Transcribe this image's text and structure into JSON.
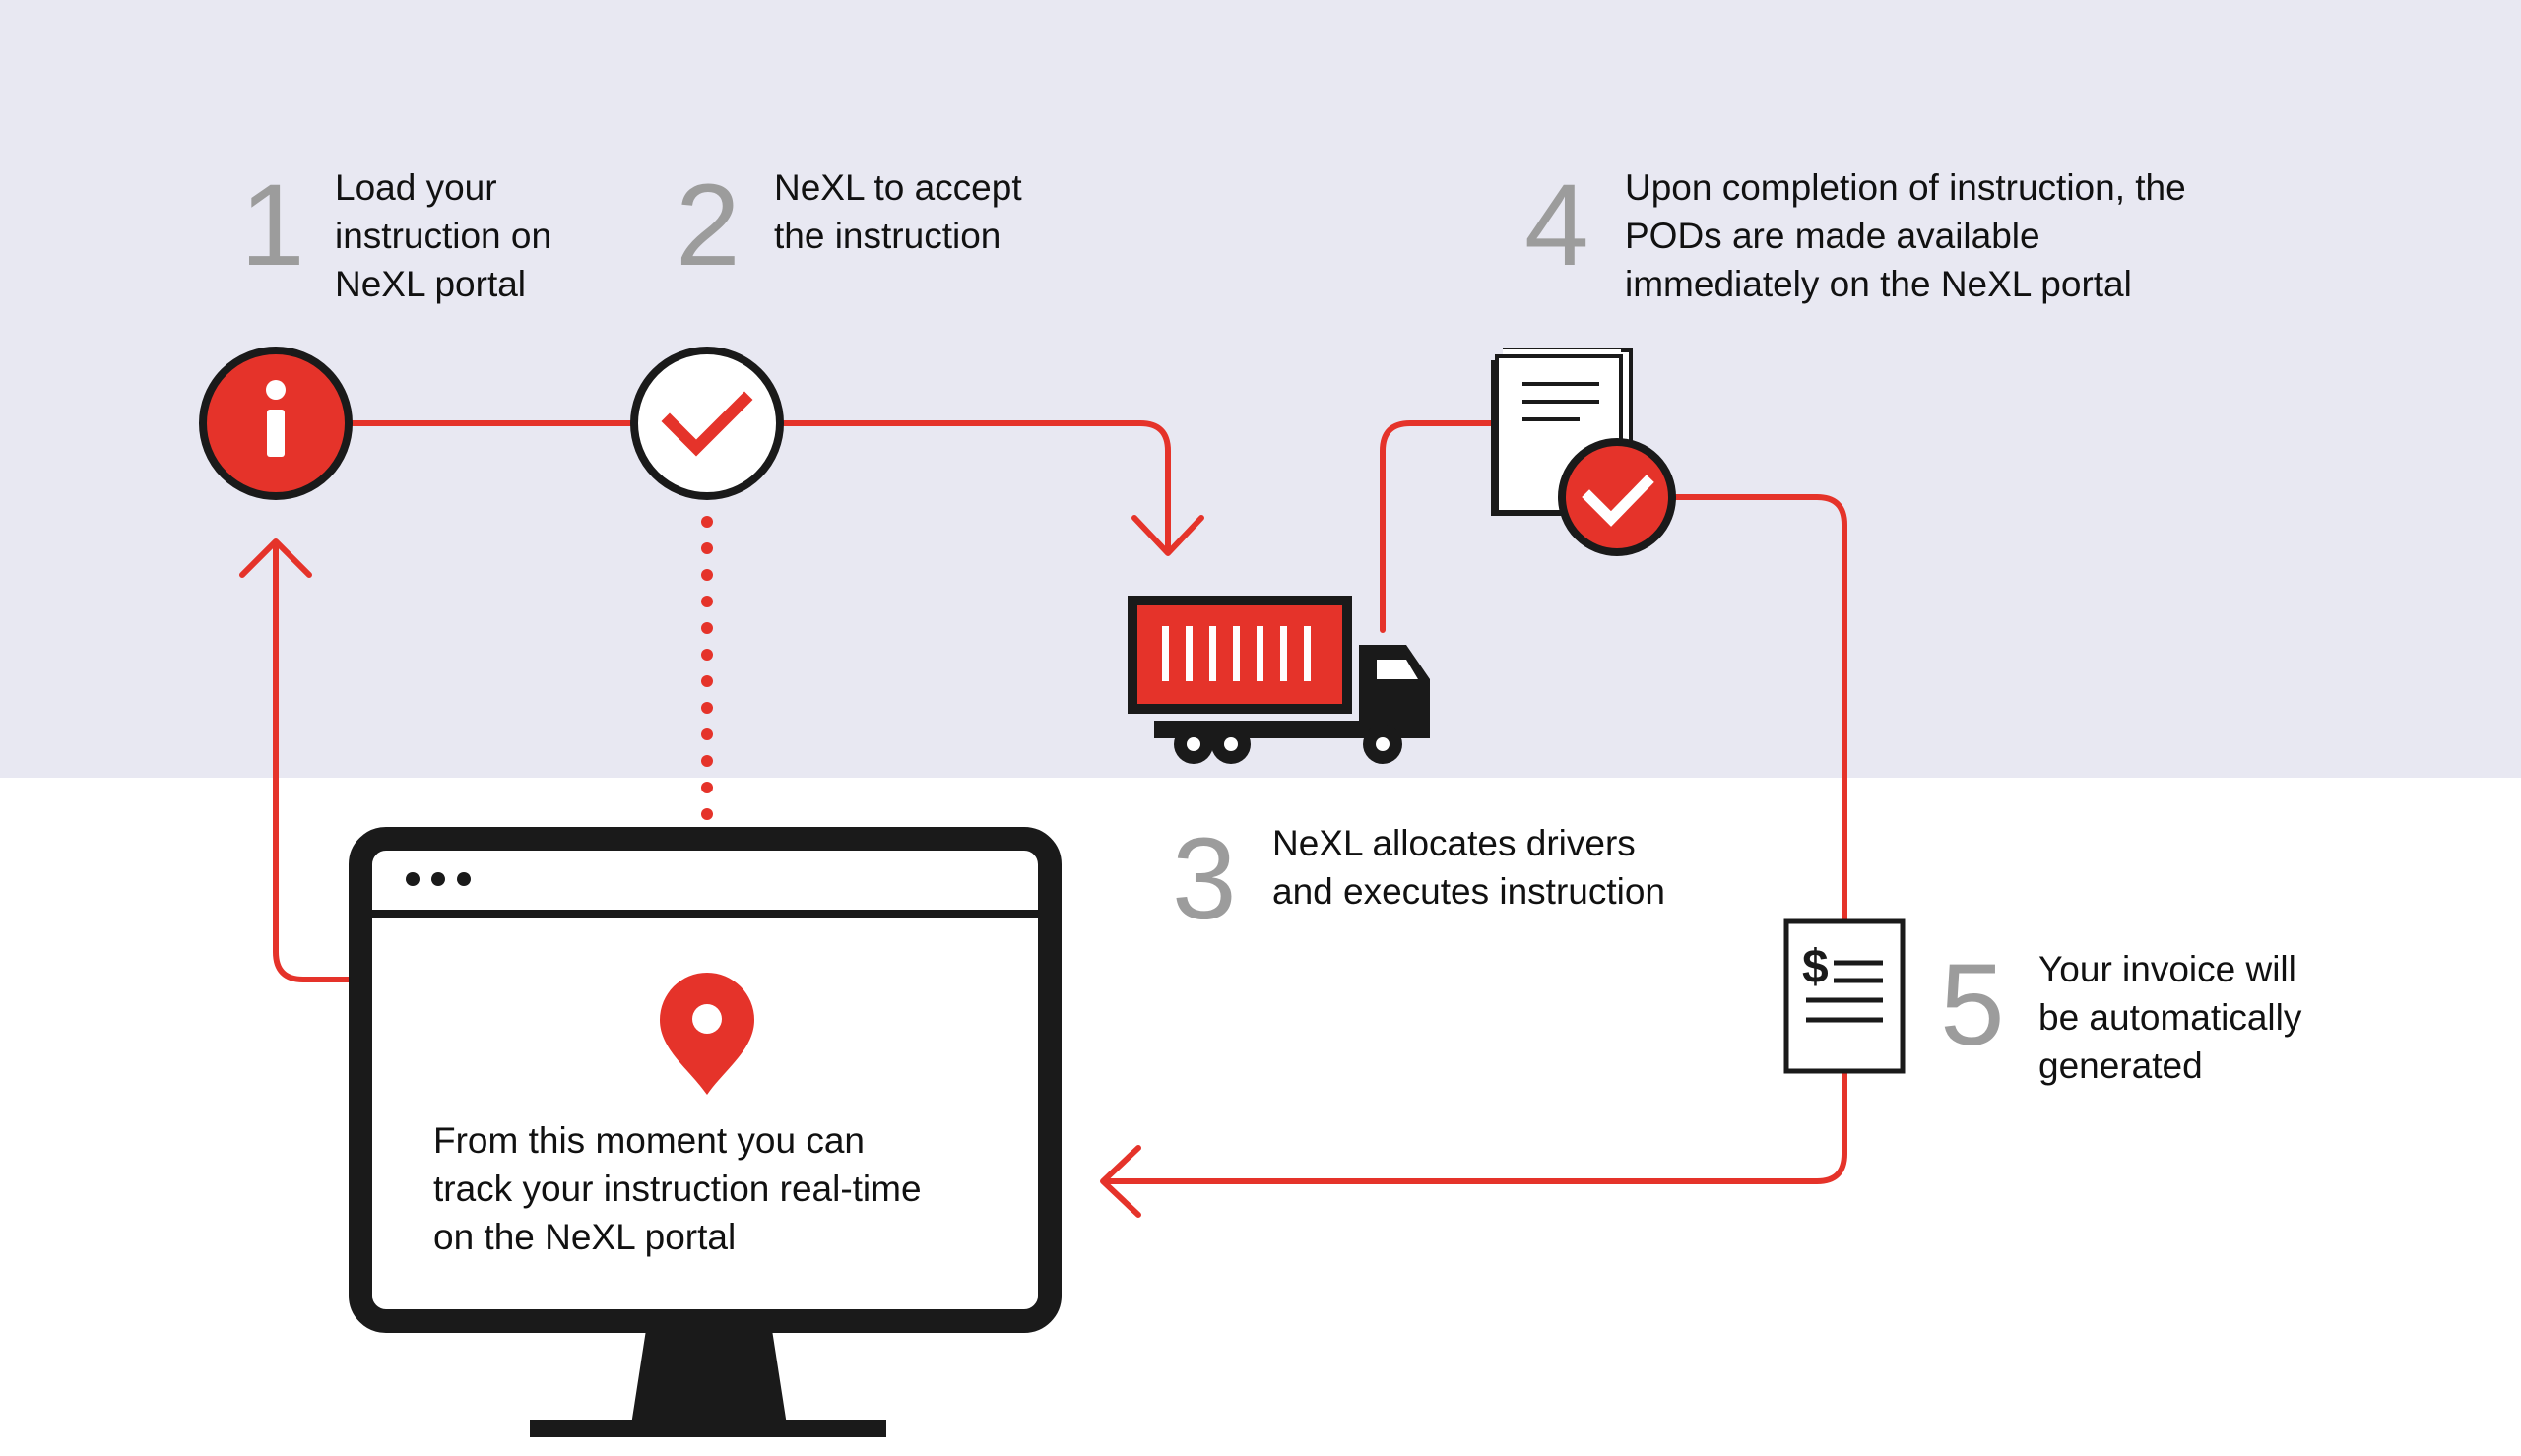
{
  "colors": {
    "accent": "#e5332a",
    "ink": "#1a1a1a",
    "band": "#e8e8f2",
    "numeral": "#9c9c9c",
    "background": "#ffffff"
  },
  "steps": [
    {
      "number": "1",
      "text": "Load your\ninstruction on\nNeXL portal",
      "icon": "info-icon"
    },
    {
      "number": "2",
      "text": "NeXL to accept\nthe instruction",
      "icon": "checkmark-icon"
    },
    {
      "number": "3",
      "text": "NeXL allocates drivers\nand executes instruction",
      "icon": "truck-icon"
    },
    {
      "number": "4",
      "text": "Upon completion of instruction, the\nPODs are made available\nimmediately on the NeXL portal",
      "icon": "documents-check-icon"
    },
    {
      "number": "5",
      "text": "Your invoice will\nbe automatically\ngenerated",
      "icon": "invoice-icon"
    }
  ],
  "monitor": {
    "caption": "From this moment you can\ntrack your instruction real-time\non the NeXL portal",
    "icons": [
      "browser-dots-icon",
      "location-pin-icon",
      "monitor-icon"
    ]
  }
}
